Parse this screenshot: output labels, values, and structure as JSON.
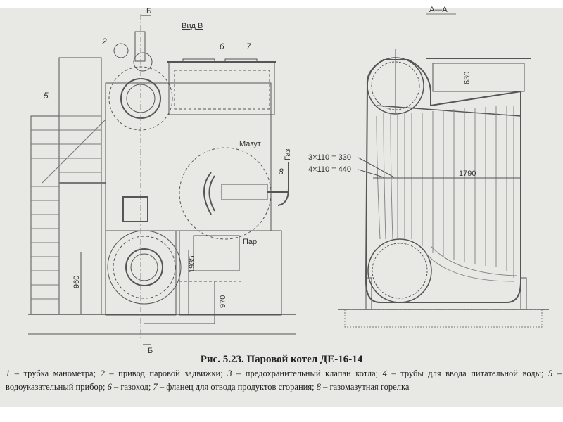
{
  "figure": {
    "caption": "Рис. 5.23. Паровой котел ДЕ-16-14",
    "legend": [
      {
        "num": "1",
        "text": " – трубка манометра; "
      },
      {
        "num": "2",
        "text": " – привод паровой задвижки; "
      },
      {
        "num": "3",
        "text": " – предохранительный клапан котла; "
      },
      {
        "num": "4",
        "text": " – трубы для ввода питательной воды; "
      },
      {
        "num": "5",
        "text": " – водоуказательный прибор; "
      },
      {
        "num": "6",
        "text": " – газоход; "
      },
      {
        "num": "7",
        "text": " – фланец для отвода продуктов сгорания; "
      },
      {
        "num": "8",
        "text": " – газомазутная горелка"
      }
    ]
  },
  "left_view": {
    "section_mark_top": "Б",
    "section_mark_bottom": "Б",
    "view_label": "Вид В",
    "callouts": {
      "c2": "2",
      "c5": "5",
      "c6": "6",
      "c7": "7",
      "c8": "8"
    },
    "fuel_oil": "Мазут",
    "gas": "Газ",
    "steam": "Пар",
    "dims": {
      "d1935": "1935",
      "d960": "960",
      "d970": "970"
    }
  },
  "right_view": {
    "section_label": "А—А",
    "dims": {
      "d630": "630",
      "d330": "3×110 = 330",
      "d440": "4×110 = 440",
      "d1790": "1790"
    }
  }
}
